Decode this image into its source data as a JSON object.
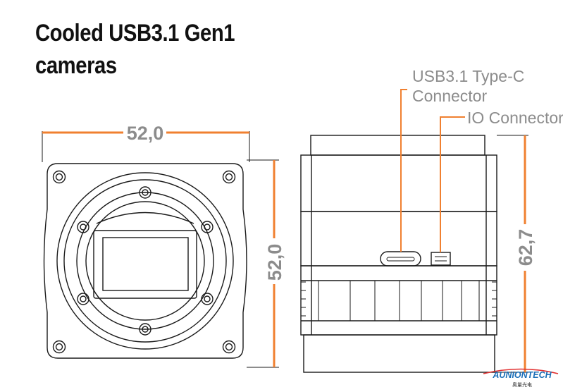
{
  "title": {
    "line1": "Cooled USB3.1 Gen1",
    "line2": "cameras"
  },
  "dimensions": {
    "front_width": "52,0",
    "front_height": "52,0",
    "side_height": "62,7"
  },
  "callouts": {
    "usb_line1": "USB3.1 Type-C",
    "usb_line2": "Connector",
    "io": "IO Connector"
  },
  "watermark": {
    "brand": "AUNIONTECH",
    "sub": "奥量光电"
  },
  "colors": {
    "dimension_orange": "#f08030",
    "line": "#1a1a1a",
    "label_gray": "#8c8c8c",
    "logo_blue": "#1c6fb8"
  }
}
